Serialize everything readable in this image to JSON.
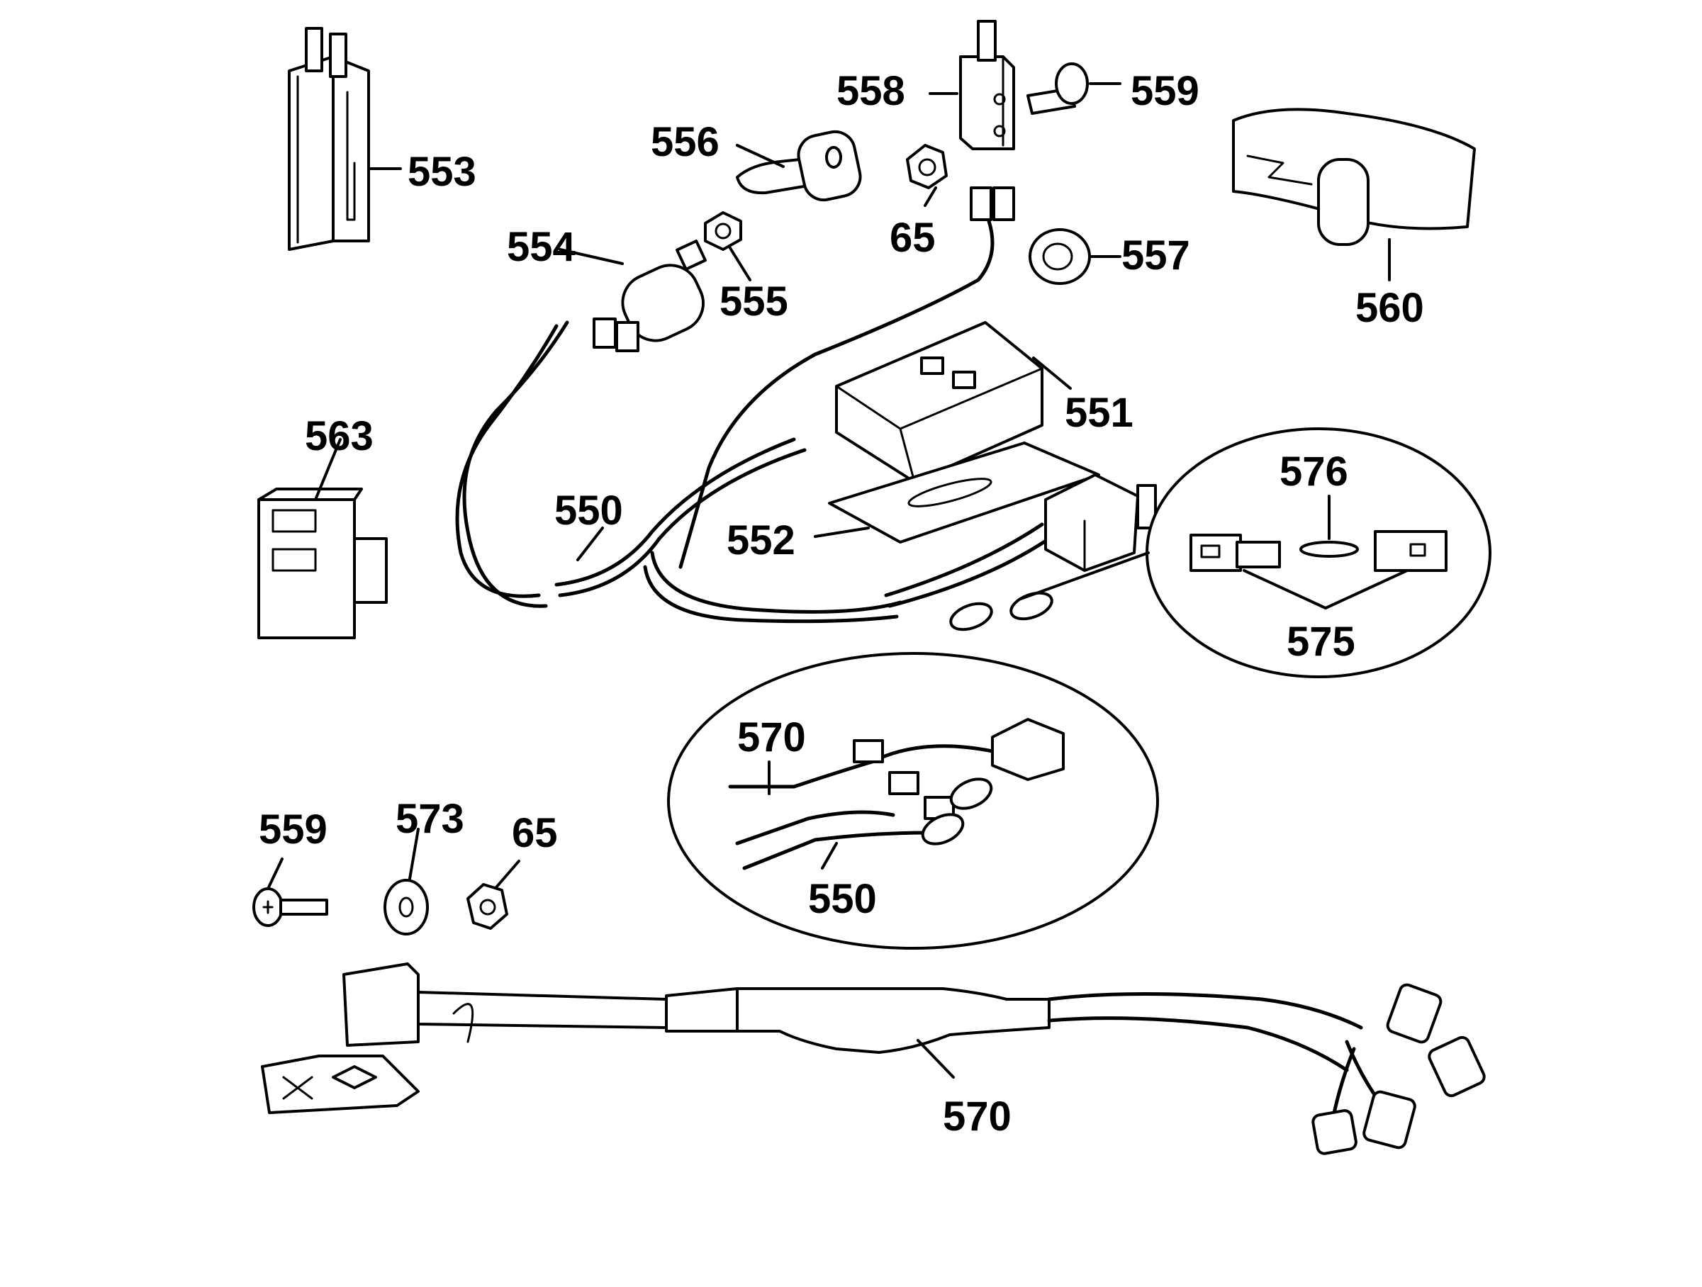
{
  "labels": {
    "l553": "553",
    "l556": "556",
    "l558": "558",
    "l559_top": "559",
    "l560": "560",
    "l554": "554",
    "l65_top": "65",
    "l557": "557",
    "l555": "555",
    "l551": "551",
    "l563": "563",
    "l550_main": "550",
    "l552": "552",
    "l576": "576",
    "l575": "575",
    "l570_inset": "570",
    "l550_inset": "550",
    "l559_bottom": "559",
    "l573": "573",
    "l65_bottom": "65",
    "l570_bottom": "570"
  }
}
